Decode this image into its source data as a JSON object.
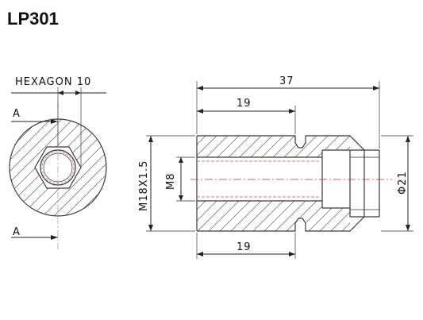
{
  "title": "LP301",
  "front_view": {
    "hexagon_label": "HEXAGON 10",
    "section_label_top": "A",
    "section_label_bottom": "A"
  },
  "side_view": {
    "overall_length": "37",
    "upper_length": "19",
    "lower_length": "19",
    "outer_thread": "M18X1.5",
    "inner_thread": "M8",
    "diameter": "Φ21"
  }
}
